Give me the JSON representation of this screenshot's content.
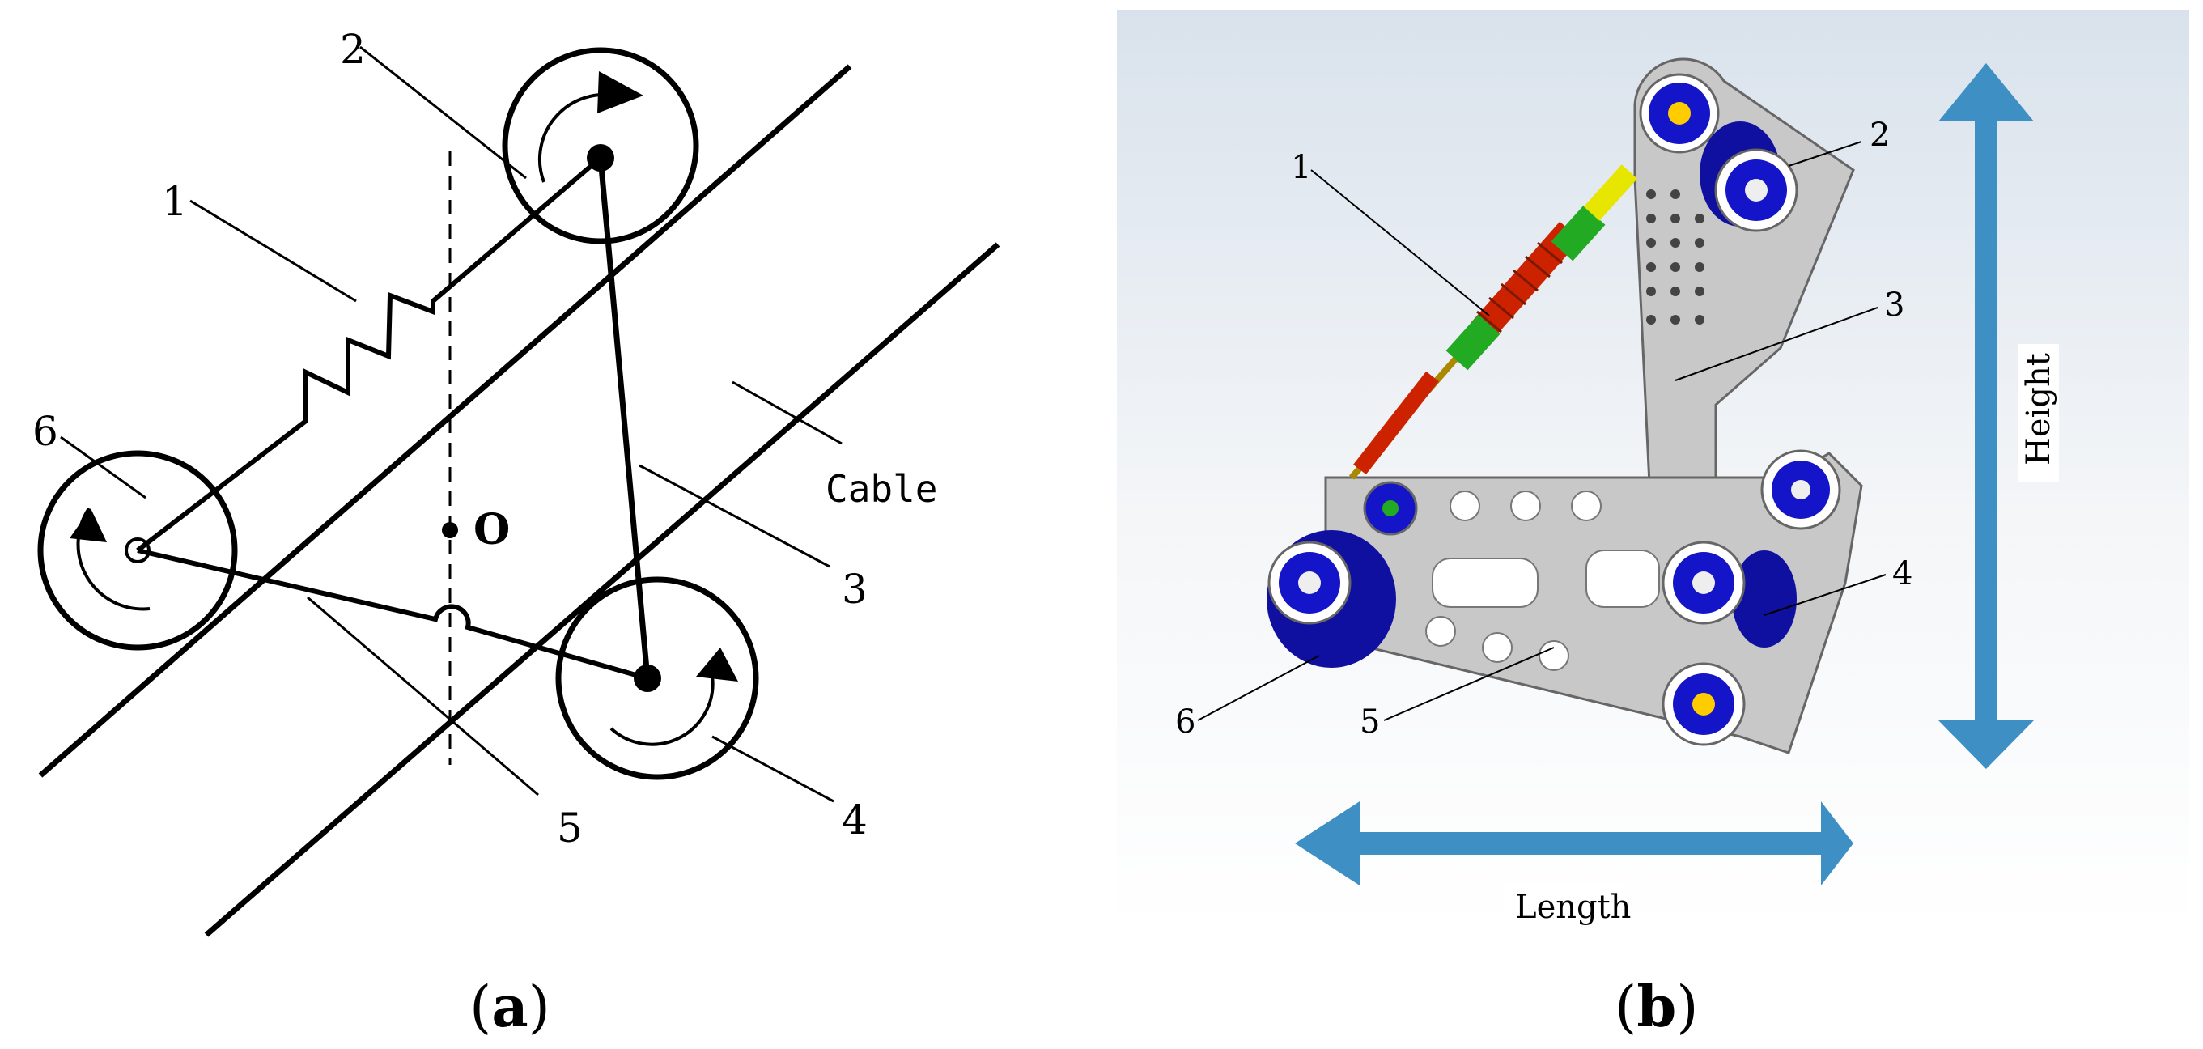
{
  "panel_a": {
    "caption_open": "(",
    "caption_letter": "a",
    "caption_close": ")",
    "labels": {
      "l1": "1",
      "l2": "2",
      "l3": "3",
      "l4": "4",
      "l5": "5",
      "l6": "6",
      "center": "O",
      "cable": "Cable"
    }
  },
  "panel_b": {
    "caption_open": "(",
    "caption_letter": "b",
    "caption_close": ")",
    "labels": {
      "l1": "1",
      "l2": "2",
      "l3": "3",
      "l4": "4",
      "l5": "5",
      "l6": "6"
    },
    "height_label": "Height",
    "length_label": "Length"
  },
  "colors": {
    "wheel_blue": "#1414c8",
    "plate_gray": "#c8c8c8",
    "arrow_blue": "#3d8fc4",
    "spring_red": "#cc2200",
    "spring_green": "#22aa22",
    "rod_yellow": "#e6e600"
  }
}
